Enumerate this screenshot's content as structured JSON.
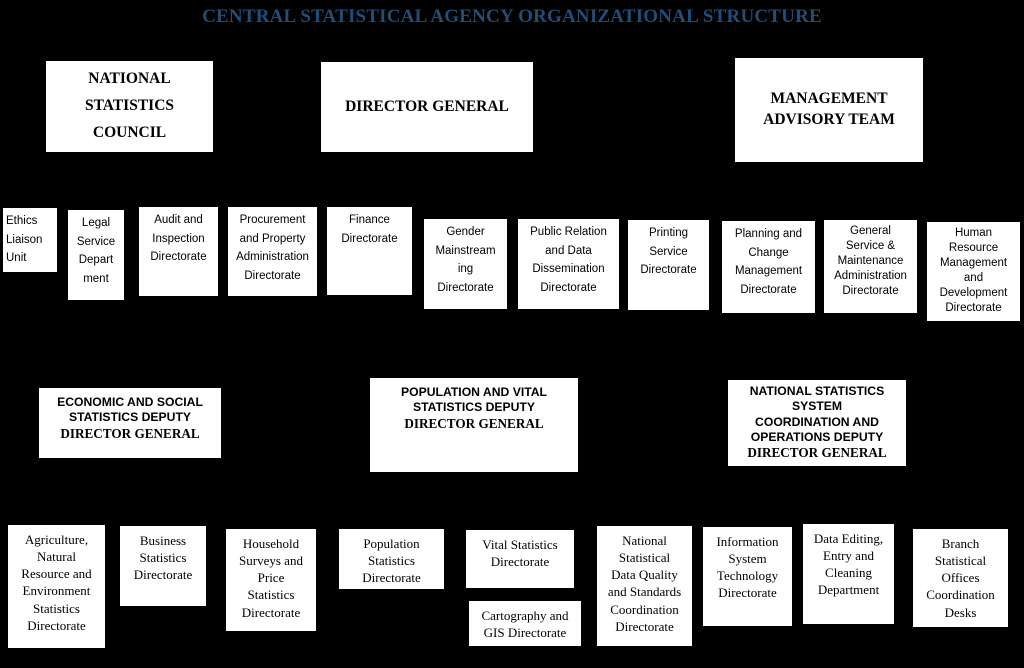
{
  "title": "CENTRAL STATISTICAL AGENCY ORGANIZATIONAL STRUCTURE",
  "theme": {
    "background": "#000000",
    "node_fill": "#FFFFFF",
    "node_text": "#000000",
    "title_color": "#1F4E79"
  },
  "chart_data": {
    "type": "diagram",
    "diagram_kind": "organizational-chart",
    "title": "CENTRAL STATISTICAL AGENCY ORGANIZATIONAL STRUCTURE",
    "levels": [
      {
        "name": "governance",
        "nodes": [
          "NATIONAL\nSTATISTICS\nCOUNCIL",
          "DIRECTOR GENERAL",
          "MANAGEMENT\nADVISORY TEAM"
        ]
      },
      {
        "name": "support-directorates",
        "nodes": [
          "Ethics\nLiaison\nUnit",
          "Legal\nService\nDepart\nment",
          "Audit and\nInspection\nDirectorate",
          "Procurement\nand Property\nAdministration\nDirectorate",
          "Finance\nDirectorate",
          "Gender\nMainstream\ning\nDirectorate",
          "Public Relation\nand Data\nDissemination\nDirectorate",
          "Printing\nService\nDirectorate",
          "Planning and\nChange\nManagement\nDirectorate",
          "General\nService &\nMaintenance\nAdministration\nDirectorate",
          "Human\nResource\nManagement\nand\nDevelopment\nDirectorate"
        ]
      },
      {
        "name": "deputy-director-generals",
        "nodes": [
          "ECONOMIC AND SOCIAL\nSTATISTICS DEPUTY\nDIRECTOR GENERAL",
          "POPULATION AND VITAL\nSTATISTICS DEPUTY\nDIRECTOR GENERAL",
          "NATIONAL STATISTICS\nSYSTEM\nCOORDINATION AND\nOPERATIONS DEPUTY\nDIRECTOR GENERAL"
        ]
      },
      {
        "name": "operational-directorates",
        "nodes": [
          "Agriculture,\nNatural\nResource and\nEnvironment\nStatistics\nDirectorate",
          "Business\nStatistics\nDirectorate",
          "Household\nSurveys and\nPrice\nStatistics\nDirectorate",
          "Population\nStatistics\nDirectorate",
          "Vital Statistics\nDirectorate",
          "Cartography and\nGIS Directorate",
          "National\nStatistical\nData Quality\nand Standards\nCoordination\nDirectorate",
          "Information\nSystem\nTechnology\nDirectorate",
          "Data Editing,\nEntry and\nCleaning\nDepartment",
          "Branch\nStatistical\nOffices\nCoordination\nDesks"
        ]
      }
    ]
  },
  "nodes": {
    "national_statistics_council": "NATIONAL\nSTATISTICS\nCOUNCIL",
    "director_general": "DIRECTOR GENERAL",
    "management_advisory_team": "MANAGEMENT\nADVISORY TEAM",
    "ethics_liaison_unit": "Ethics\nLiaison\nUnit",
    "legal_service_department": "Legal\nService\nDepart\nment",
    "audit_and_inspection": "Audit and\nInspection\nDirectorate",
    "procurement_and_property": "Procurement\nand Property\nAdministration\nDirectorate",
    "finance_directorate": "Finance\nDirectorate",
    "gender_mainstreaming": "Gender\nMainstream\ning\nDirectorate",
    "public_relation_and_data": "Public Relation\nand Data\nDissemination\nDirectorate",
    "printing_service": "Printing\nService\nDirectorate",
    "planning_and_change": "Planning and\nChange\nManagement\nDirectorate",
    "general_service_maintenance": "General\nService &\nMaintenance\nAdministration\nDirectorate",
    "human_resource_management": "Human\nResource\nManagement\nand\nDevelopment\nDirectorate",
    "ddg_economic_social_l1": "ECONOMIC AND SOCIAL",
    "ddg_economic_social_l2": "STATISTICS DEPUTY",
    "ddg_economic_social_l3": "DIRECTOR GENERAL",
    "ddg_population_vital_l1": "POPULATION AND VITAL",
    "ddg_population_vital_l2": "STATISTICS DEPUTY",
    "ddg_population_vital_l3": "DIRECTOR GENERAL",
    "ddg_nss_l1": "NATIONAL STATISTICS",
    "ddg_nss_l2": "SYSTEM",
    "ddg_nss_l3": "COORDINATION AND",
    "ddg_nss_l4": "OPERATIONS DEPUTY",
    "ddg_nss_l5": "DIRECTOR GENERAL",
    "agriculture_natural_resource": "Agriculture,\nNatural\nResource and\nEnvironment\nStatistics\nDirectorate",
    "business_statistics": "Business\nStatistics\nDirectorate",
    "household_surveys_price": "Household\nSurveys and\nPrice\nStatistics\nDirectorate",
    "population_statistics": "Population\nStatistics\nDirectorate",
    "vital_statistics": "Vital Statistics\nDirectorate",
    "cartography_gis": "Cartography and\nGIS Directorate",
    "national_statistical_data_quality": "National\nStatistical\nData Quality\nand Standards\nCoordination\nDirectorate",
    "information_system_technology": "Information\nSystem\nTechnology\nDirectorate",
    "data_editing_entry_cleaning": "Data Editing,\nEntry and\nCleaning\nDepartment",
    "branch_statistical_offices": "Branch\nStatistical\nOffices\nCoordination\nDesks"
  }
}
